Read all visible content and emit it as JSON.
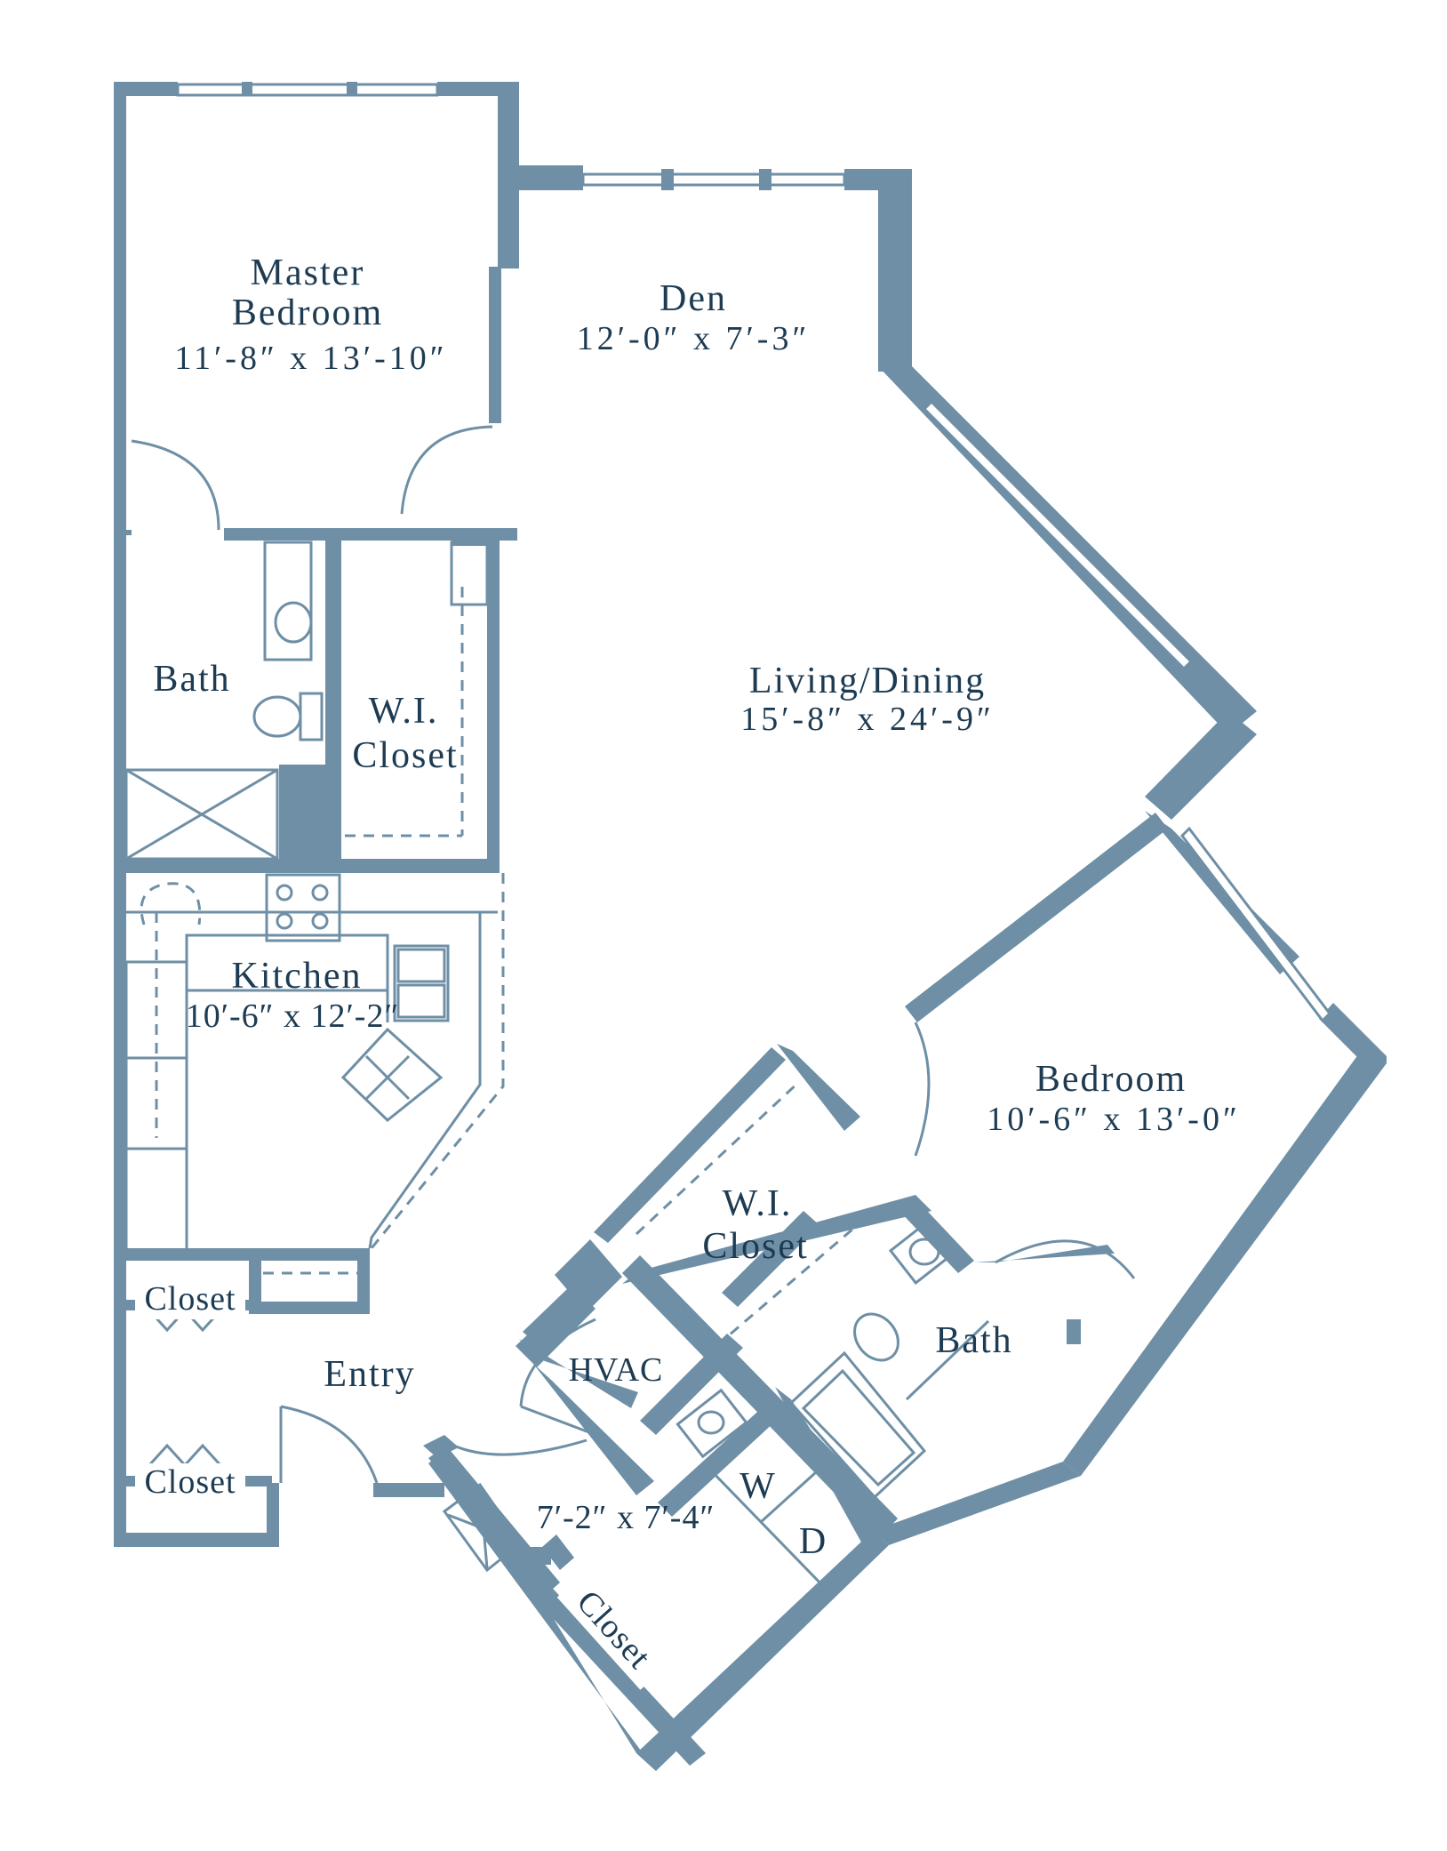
{
  "colors": {
    "wall": "#6e8fa5",
    "label": "#1d3b52",
    "background": "#ffffff"
  },
  "rooms": {
    "master_bedroom": {
      "name_line1": "Master",
      "name_line2": "Bedroom",
      "dims": "11′-8″ x 13′-10″"
    },
    "den": {
      "name": "Den",
      "dims": "12′-0″ x 7′-3″"
    },
    "living_dining": {
      "name": "Living/Dining",
      "dims": "15′-8″ x 24′-9″"
    },
    "master_bath": {
      "name": "Bath"
    },
    "master_wi_closet": {
      "name_line1": "W.I.",
      "name_line2": "Closet"
    },
    "kitchen": {
      "name": "Kitchen",
      "dims": "10′-6″ x 12′-2″"
    },
    "bedroom": {
      "name": "Bedroom",
      "dims": "10′-6″ x 13′-0″"
    },
    "bedroom_wi_closet": {
      "name_line1": "W.I.",
      "name_line2": "Closet"
    },
    "bedroom_bath": {
      "name": "Bath"
    },
    "hvac": {
      "name": "HVAC"
    },
    "entry": {
      "name": "Entry"
    },
    "entry_closet_upper": {
      "name": "Closet"
    },
    "entry_closet_lower": {
      "name": "Closet"
    },
    "laundry": {
      "dims": "7′-2″ x 7′-4″",
      "washer": "W",
      "dryer": "D"
    },
    "hall_closet": {
      "name": "Closet"
    }
  }
}
